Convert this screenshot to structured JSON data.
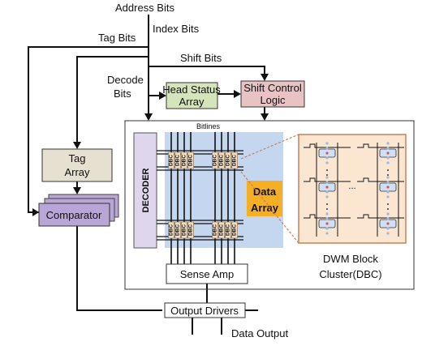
{
  "signals": {
    "address_bits": "Address Bits",
    "tag_bits": "Tag Bits",
    "index_bits": "Index Bits",
    "shift_bits": "Shift Bits",
    "decode_bits_line1": "Decode",
    "decode_bits_line2": "Bits",
    "bitlines": "Bitlines",
    "data_output": "Data Output"
  },
  "blocks": {
    "head_status_line1": "Head Status",
    "head_status_line2": "Array",
    "shift_control_line1": "Shift Control",
    "shift_control_line2": "Logic",
    "tag_array_line1": "Tag",
    "tag_array_line2": "Array",
    "comparator": "Comparator",
    "decoder": "DECODER",
    "data_array_line1": "Data",
    "data_array_line2": "Array",
    "sense_amp": "Sense Amp",
    "output_drivers": "Output Drivers",
    "dbc_cell": "DBC",
    "dwm_line1": "DWM Block",
    "dwm_line2": "Cluster(DBC)",
    "ellipsis": "..."
  },
  "colors": {
    "head_status_fill": "#d6e4bc",
    "shift_control_fill": "#e9c3c3",
    "tag_array_fill": "#e5e0cf",
    "comparator_fill": "#b7a6d6",
    "decoder_fill": "#ddd6ec",
    "array_fill": "#c5d7ef",
    "dbc_fill": "#f1dcc3",
    "data_label_fill": "#f6ae24",
    "inset_fill": "#fbe6d2",
    "inset_border": "#c8815a",
    "cell_fill": "#cfe0f5",
    "dot_fill": "#d9534f"
  }
}
